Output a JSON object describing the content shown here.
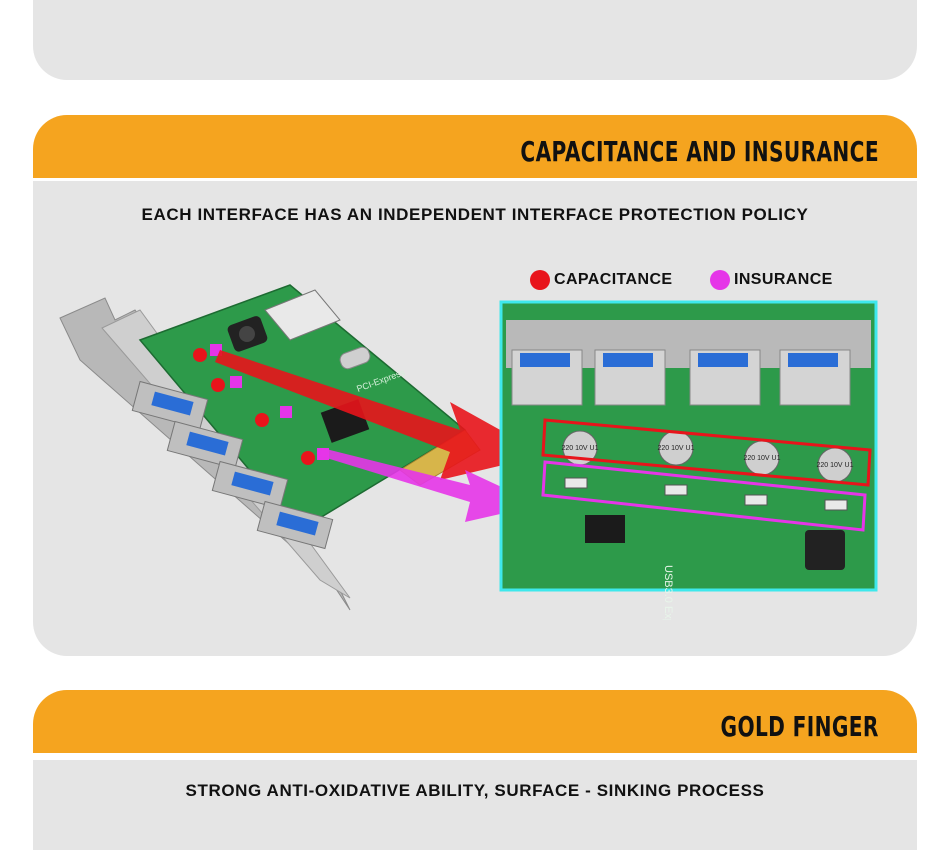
{
  "sections": [
    {
      "title": "CAPACITANCE AND INSURANCE",
      "subtitle": "EACH INTERFACE HAS AN INDEPENDENT INTERFACE PROTECTION POLICY",
      "legend": [
        {
          "label": "CAPACITANCE",
          "color": "#e8141b"
        },
        {
          "label": "INSURANCE",
          "color": "#e535e8"
        }
      ],
      "closeup_labels": [
        "220 10V U1",
        "220 10V U1",
        "220 10V U1",
        "220 10V U1"
      ],
      "board_text": [
        "USB3.0 Exp",
        "PCI-Express"
      ]
    },
    {
      "title": "GOLD FINGER",
      "subtitle": "STRONG ANTI-OXIDATIVE ABILITY, SURFACE - SINKING PROCESS"
    }
  ],
  "colors": {
    "banner": "#f5a41f",
    "panel": "#e5e5e5",
    "frame": "#3ee8ec",
    "pcb": "#2d9a4a"
  }
}
